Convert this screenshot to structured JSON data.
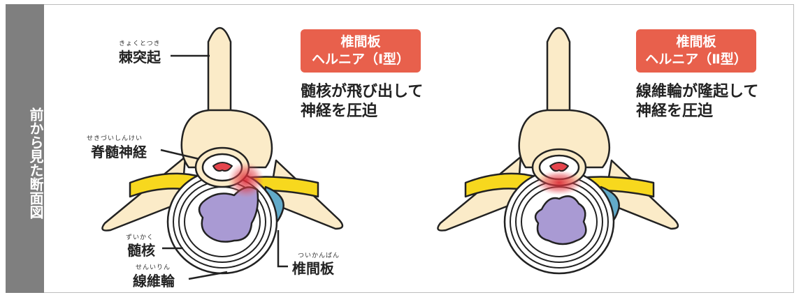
{
  "side_title": "前から見た断面図",
  "left_panel": {
    "badge_line1": "椎間板",
    "badge_line2": "ヘルニア（Ⅰ型）",
    "desc_line1": "髄核が飛び出して",
    "desc_line2": "神経を圧迫"
  },
  "right_panel": {
    "badge_line1": "椎間板",
    "badge_line2": "ヘルニア（Ⅱ型）",
    "desc_line1": "線維輪が隆起して",
    "desc_line2": "神経を圧迫"
  },
  "labels": {
    "spinous_ruby": "きょくとつき",
    "spinous": "棘突起",
    "spinal_ruby": "せきづいしんけい",
    "spinal": "脊髄神経",
    "nucleus_ruby": "ずいかく",
    "nucleus": "髄核",
    "annulus_ruby": "せんいりん",
    "annulus": "線維輪",
    "disc_ruby": "ついかんばん",
    "disc": "椎間板"
  },
  "colors": {
    "bone": "#fbebc8",
    "nerve": "#f7d81e",
    "nucleus": "#a99ad3",
    "disc_side": "#62aac9",
    "badge": "#e8604c",
    "sidebar": "#7f7f7f"
  }
}
